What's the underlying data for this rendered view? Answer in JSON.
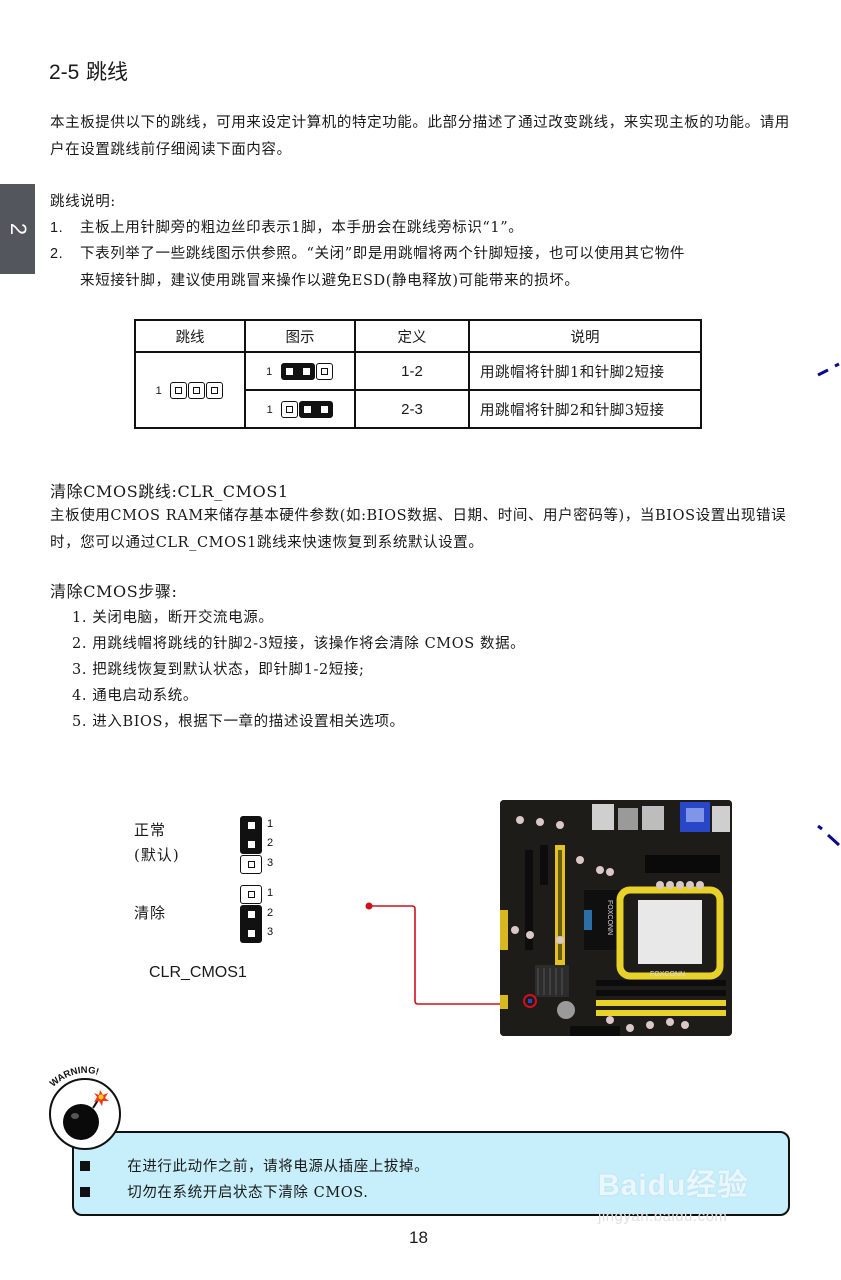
{
  "section": {
    "number": "2-5",
    "title": "跳线",
    "chapter_tab": "2"
  },
  "intro": "本主板提供以下的跳线，可用来设定计算机的特定功能。此部分描述了通过改变跳线，来实现主板的功能。请用户在设置跳线前仔细阅读下面内容。",
  "jumper_notes": {
    "heading": "跳线说明:",
    "items": [
      {
        "num": "1.",
        "text": "主板上用针脚旁的粗边丝印表示1脚，本手册会在跳线旁标识“1”。"
      },
      {
        "num": "2.",
        "text": "下表列举了一些跳线图示供参照。“关闭”即是用跳帽将两个针脚短接，也可以使用其它物件",
        "cont": "来短接针脚，建议使用跳冒来操作以避免ESD(静电释放)可能带来的损坏。"
      }
    ]
  },
  "jumper_table": {
    "headers": [
      "跳线",
      "图示",
      "定义",
      "说明"
    ],
    "pin_label": "1",
    "rows": [
      {
        "definition": "1-2",
        "description": "用跳帽将针脚1和针脚2短接",
        "pins": [
          true,
          true,
          false
        ]
      },
      {
        "definition": "2-3",
        "description": "用跳帽将针脚2和针脚3短接",
        "pins": [
          false,
          true,
          true
        ]
      }
    ]
  },
  "clr_cmos": {
    "heading": "清除CMOS跳线:CLR_CMOS1",
    "body": "主板使用CMOS RAM来储存基本硬件参数(如:BIOS数据、日期、时间、用户密码等)，当BIOS设置出现错误时，您可以通过CLR_CMOS1跳线来快速恢复到系统默认设置。"
  },
  "steps": {
    "heading": "清除CMOS步骤:",
    "items": [
      "1. 关闭电脑，断开交流电源。",
      "2. 用跳线帽将跳线的针脚2-3短接，该操作将会清除  CMOS  数据。",
      "3. 把跳线恢复到默认状态，即针脚1-2短接;",
      "4. 通电启动系统。",
      "5. 进入BIOS，根据下一章的描述设置相关选项。"
    ]
  },
  "diagram": {
    "normal_label": "正常",
    "default_label": "(默认)",
    "clear_label": "清除",
    "jumper_name": "CLR_CMOS1",
    "pin_numbers": [
      "1",
      "2",
      "3"
    ],
    "arrow_color": "#d0101a",
    "board_brand": "FOXCONN"
  },
  "warning": {
    "badge_text": "WARNING!",
    "items": [
      "在进行此动作之前，请将电源从插座上拔掉。",
      "切勿在系统开启状态下清除 CMOS."
    ],
    "box_color": "#c6eefb"
  },
  "page_number": "18",
  "watermark": {
    "brand": "Baidu经验",
    "url": "jingyan.baidu.com"
  }
}
